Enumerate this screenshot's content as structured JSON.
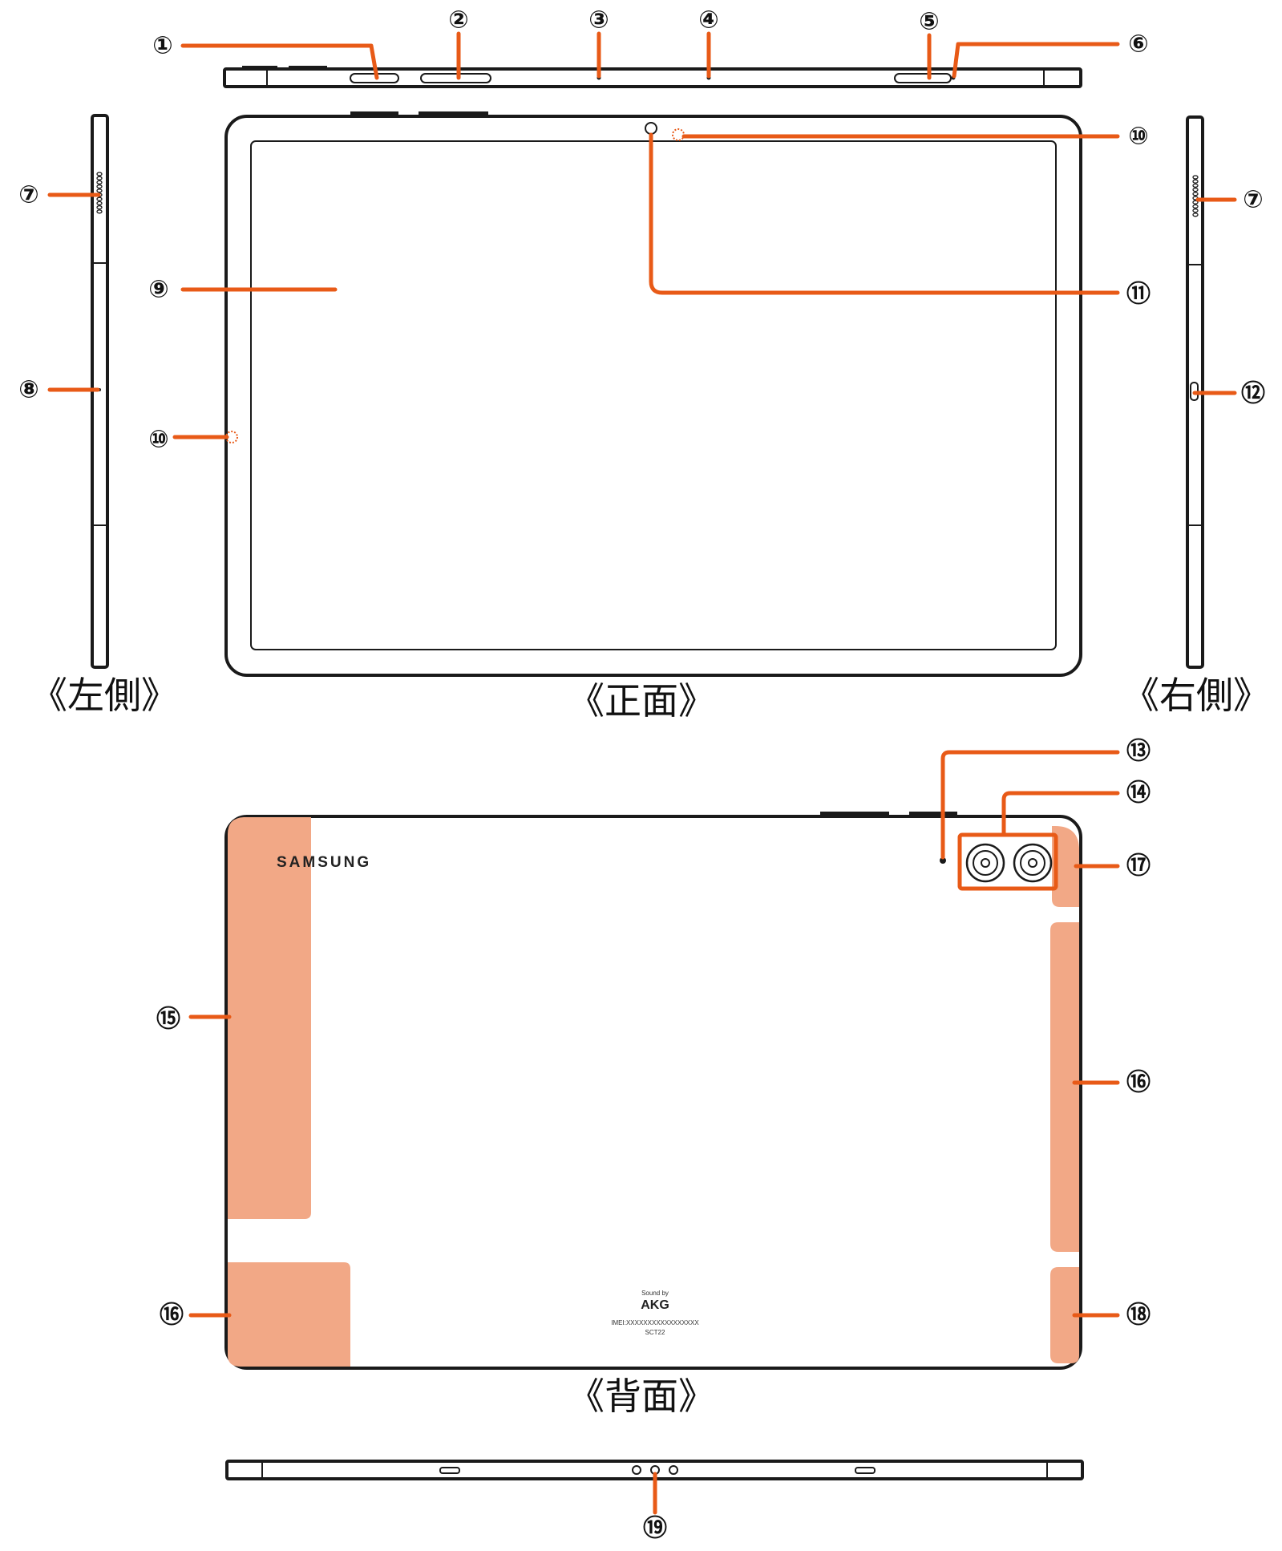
{
  "views": {
    "left": "《左側》",
    "front": "《正面》",
    "right": "《右側》",
    "back": "《背面》"
  },
  "callouts": [
    {
      "id": "c1",
      "label": "①"
    },
    {
      "id": "c2",
      "label": "②"
    },
    {
      "id": "c3",
      "label": "③"
    },
    {
      "id": "c4",
      "label": "④"
    },
    {
      "id": "c5",
      "label": "⑤"
    },
    {
      "id": "c6",
      "label": "⑥"
    },
    {
      "id": "c7a",
      "label": "⑦"
    },
    {
      "id": "c7b",
      "label": "⑦"
    },
    {
      "id": "c8",
      "label": "⑧"
    },
    {
      "id": "c9",
      "label": "⑨"
    },
    {
      "id": "c10a",
      "label": "⑩"
    },
    {
      "id": "c10b",
      "label": "⑩"
    },
    {
      "id": "c11",
      "label": "⑪"
    },
    {
      "id": "c12",
      "label": "⑫"
    },
    {
      "id": "c13",
      "label": "⑬"
    },
    {
      "id": "c14",
      "label": "⑭"
    },
    {
      "id": "c15",
      "label": "⑮"
    },
    {
      "id": "c16a",
      "label": "⑯"
    },
    {
      "id": "c16b",
      "label": "⑯"
    },
    {
      "id": "c17",
      "label": "⑰"
    },
    {
      "id": "c18",
      "label": "⑱"
    },
    {
      "id": "c19",
      "label": "⑲"
    }
  ],
  "device_text": {
    "brand": "SAMSUNG",
    "sound_by": "Sound by",
    "akg": "AKG",
    "imei": "IMEI:XXXXXXXXXXXXXXXXX",
    "model": "SCT22"
  },
  "colors": {
    "leader": "#e85a17",
    "antenna": "#f2a886",
    "outline": "#1a1a1a"
  }
}
